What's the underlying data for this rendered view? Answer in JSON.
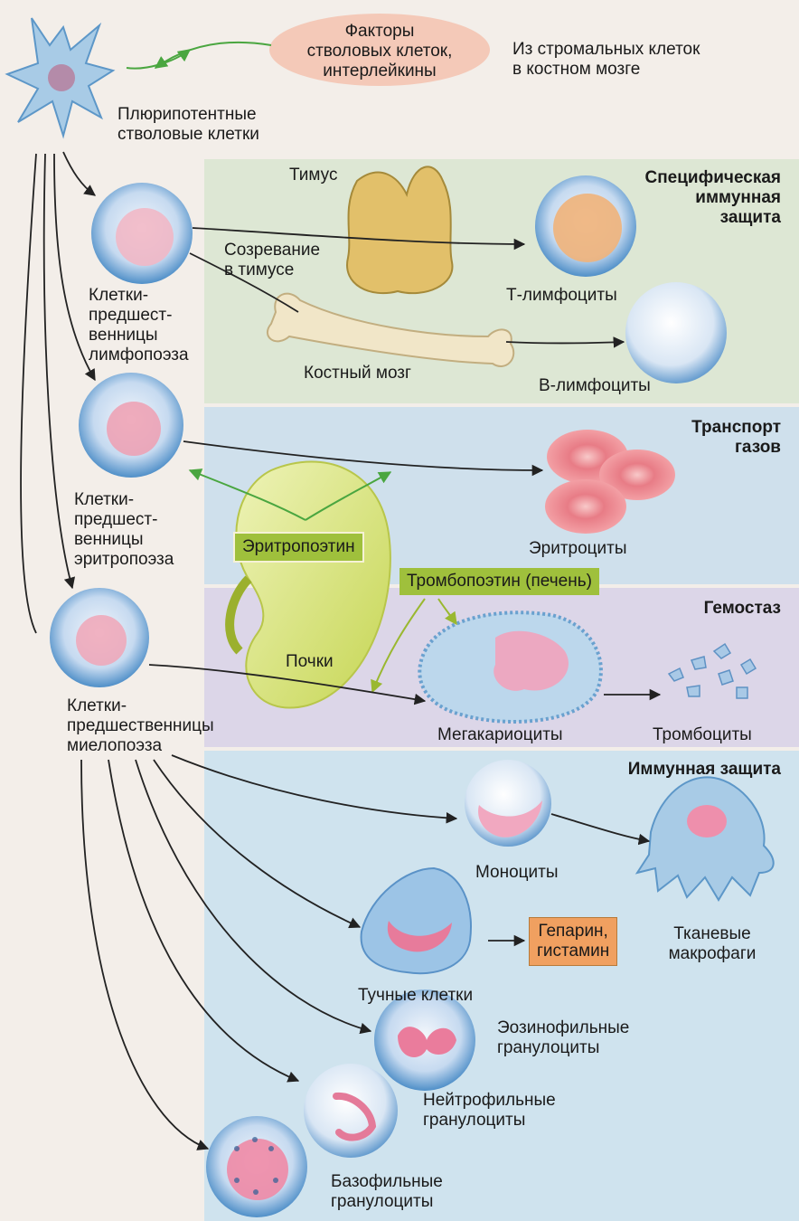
{
  "top": {
    "factors_line1": "Факторы",
    "factors_line2": "стволовых клеток,",
    "factors_line3": "интерлейкины",
    "stroma_line1": "Из стромальных клеток",
    "stroma_line2": "в костном мозге",
    "stem_line1": "Плюрипотентные",
    "stem_line2": "стволовые клетки"
  },
  "specific": {
    "title_line1": "Специфическая",
    "title_line2": "иммунная",
    "title_line3": "защита",
    "thymus": "Тимус",
    "maturation_line1": "Созревание",
    "maturation_line2": "в тимусе",
    "bone_marrow": "Костный мозг",
    "t_lymph": "Т-лимфоциты",
    "b_lymph": "В-лимфоциты",
    "lympho_prog_line1": "Клетки-",
    "lympho_prog_line2": "предшест-",
    "lympho_prog_line3": "венницы",
    "lympho_prog_line4": "лимфопоэза"
  },
  "gas": {
    "title_line1": "Транспорт",
    "title_line2": "газов",
    "ery_prog_line1": "Клетки-",
    "ery_prog_line2": "предшест-",
    "ery_prog_line3": "венницы",
    "ery_prog_line4": "эритропоэза",
    "erythropoietin": "Эритропоэтин",
    "erythrocytes": "Эритроциты"
  },
  "hemostasis": {
    "title": "Гемостаз",
    "thrombopoietin": "Тромбопоэтин (печень)",
    "kidneys": "Почки",
    "megakaryocytes": "Мегакариоциты",
    "thrombocytes": "Тромбоциты",
    "myelo_prog_line1": "Клетки-",
    "myelo_prog_line2": "предшественницы",
    "myelo_prog_line3": "миелопоэза"
  },
  "immune": {
    "title": "Иммунная защита",
    "monocytes": "Моноциты",
    "macro_line1": "Тканевые",
    "macro_line2": "макрофаги",
    "mast": "Тучные клетки",
    "heparin_line1": "Гепарин,",
    "heparin_line2": "гистамин",
    "eos_line1": "Эозинофильные",
    "eos_line2": "гранулоциты",
    "neut_line1": "Нейтрофильные",
    "neut_line2": "гранулоциты",
    "baso_line1": "Базофильные",
    "baso_line2": "гранулоциты"
  },
  "colors": {
    "green_panel": "#dde7d4",
    "blue_panel": "#cfe0ec",
    "purple_panel": "#d9d4e6",
    "immune_panel": "#cde2ee",
    "tag_green": "#9fc03c",
    "tag_orange": "#f0a060",
    "oval": "#f4c9b8"
  }
}
